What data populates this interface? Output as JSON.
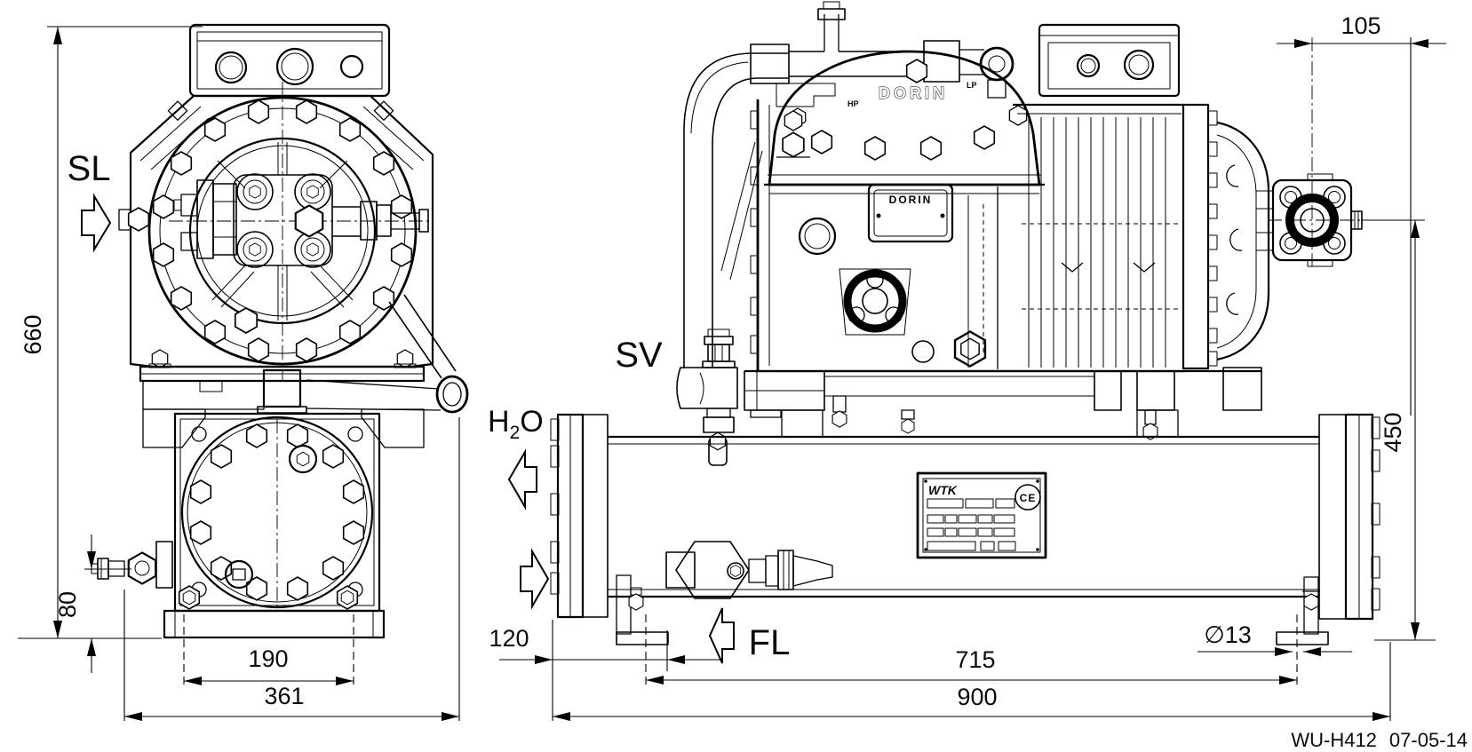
{
  "title_block": {
    "model": "WU-H412",
    "date": "07-05-14"
  },
  "ports": {
    "suction_line": "SL",
    "suction_valve": "SV",
    "water_h": "H",
    "water_sub": "2",
    "water_o": "O",
    "liquid_line": "FL"
  },
  "branding": {
    "head_logo": "DORIN",
    "nameplate_logo": "DORIN",
    "high_pressure": "HP",
    "low_pressure": "LP",
    "condenser_brand": "WTK",
    "ce_mark": "CE"
  },
  "dims_front": {
    "overall_height": "660",
    "drain_valve_height": "80",
    "foot_hole_spacing": "190",
    "overall_width": "361"
  },
  "dims_side": {
    "discharge_setback": "105",
    "discharge_height": "450",
    "liquid_valve_setback": "120",
    "foot_hole_spacing": "715",
    "overall_length": "900",
    "foot_hole_diameter": "∅13"
  },
  "colors": {
    "line": "#000000",
    "background": "#ffffff"
  }
}
